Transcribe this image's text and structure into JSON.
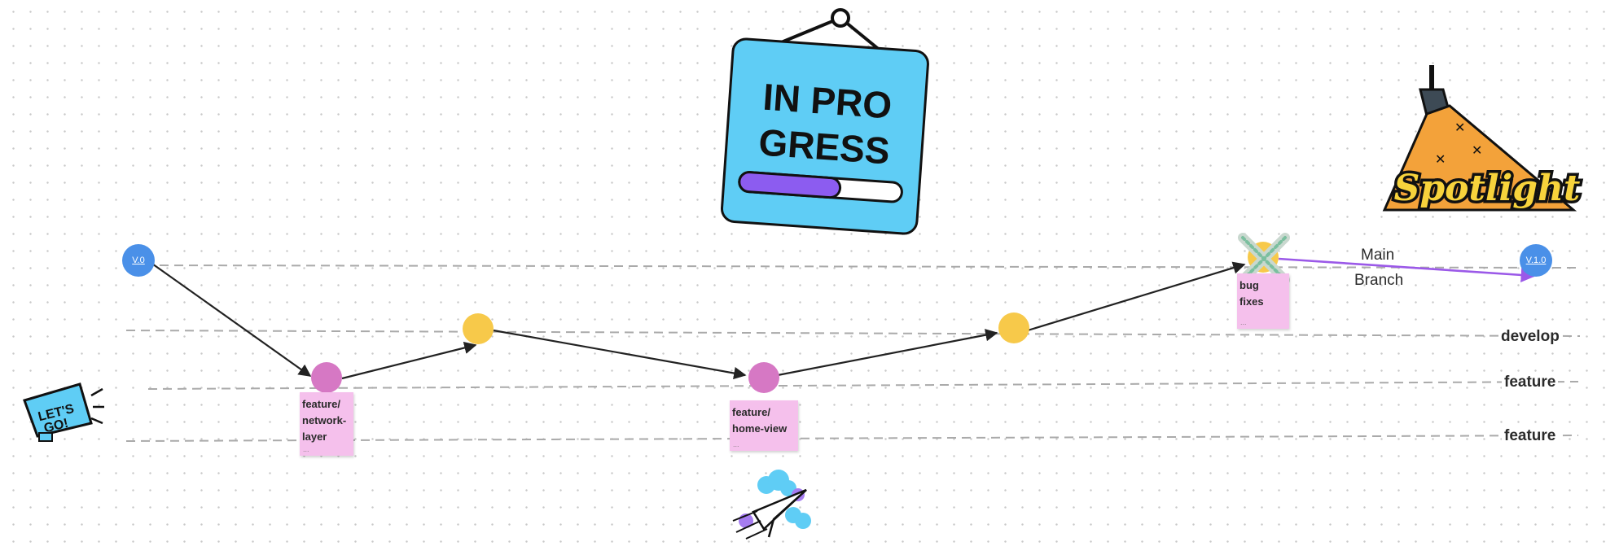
{
  "lanes": {
    "develop": "develop",
    "feature_1": "feature",
    "feature_2": "feature"
  },
  "main_branch_label": {
    "line1": "Main",
    "line2": "Branch"
  },
  "versions": {
    "start": "V.0",
    "end": "V.1.0"
  },
  "notes": {
    "network_layer": "feature/\nnetwork-\nlayer",
    "home_view": "feature/\nhome-view",
    "bug_fixes": "bug\nfixes",
    "dots": "..."
  },
  "stickers": {
    "lets_go": "LET'S GO!",
    "in_progress": "IN PROGRESS",
    "in_progress_bar": 0.62,
    "spotlight": "Spotlight",
    "paper_plane": "paper-plane-icon"
  },
  "colors": {
    "start_node": "#4a90e8",
    "develop_commit": "#f7c94a",
    "feature_commit": "#d678c4",
    "sticky_note": "#f5c0ec",
    "merge_arrow": "#9b59e8",
    "in_progress_sign": "#5fcdf5",
    "spotlight_cone": "#f3a23a"
  }
}
